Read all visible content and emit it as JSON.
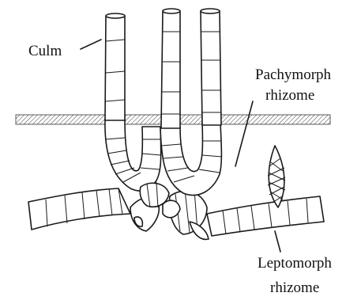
{
  "labels": {
    "culm": "Culm",
    "pachymorph_line1": "Pachymorph",
    "pachymorph_line2": "rhizome",
    "leptomorph_line1": "Leptomorph",
    "leptomorph_line2": "rhizome"
  }
}
